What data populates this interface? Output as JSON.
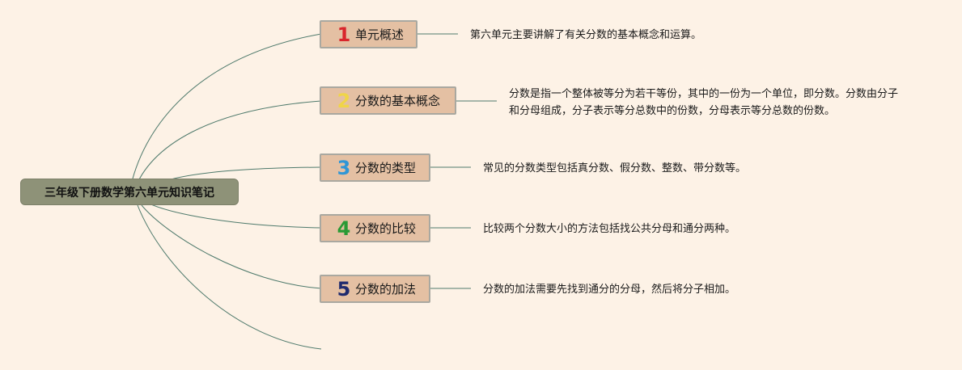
{
  "root": {
    "title": "三年级下册数学第六单元知识笔记"
  },
  "branches": [
    {
      "number": "1",
      "number_color": "#d9262c",
      "label": "单元概述",
      "description": "第六单元主要讲解了有关分数的基本概念和运算。"
    },
    {
      "number": "2",
      "number_color": "#f0d548",
      "label": "分数的基本概念",
      "description": "分数是指一个整体被等分为若干等份，其中的一份为一个单位，即分数。分数由分子和分母组成，分子表示等分总数中的份数，分母表示等分总数的份数。"
    },
    {
      "number": "3",
      "number_color": "#2f96d6",
      "label": "分数的类型",
      "description": "常见的分数类型包括真分数、假分数、整数、带分数等。"
    },
    {
      "number": "4",
      "number_color": "#2a9a35",
      "label": "分数的比较",
      "description": "比较两个分数大小的方法包括找公共分母和通分两种。"
    },
    {
      "number": "5",
      "number_color": "#1f2a6e",
      "label": "分数的加法",
      "description": "分数的加法需要先找到通分的分母，然后将分子相加。"
    }
  ]
}
